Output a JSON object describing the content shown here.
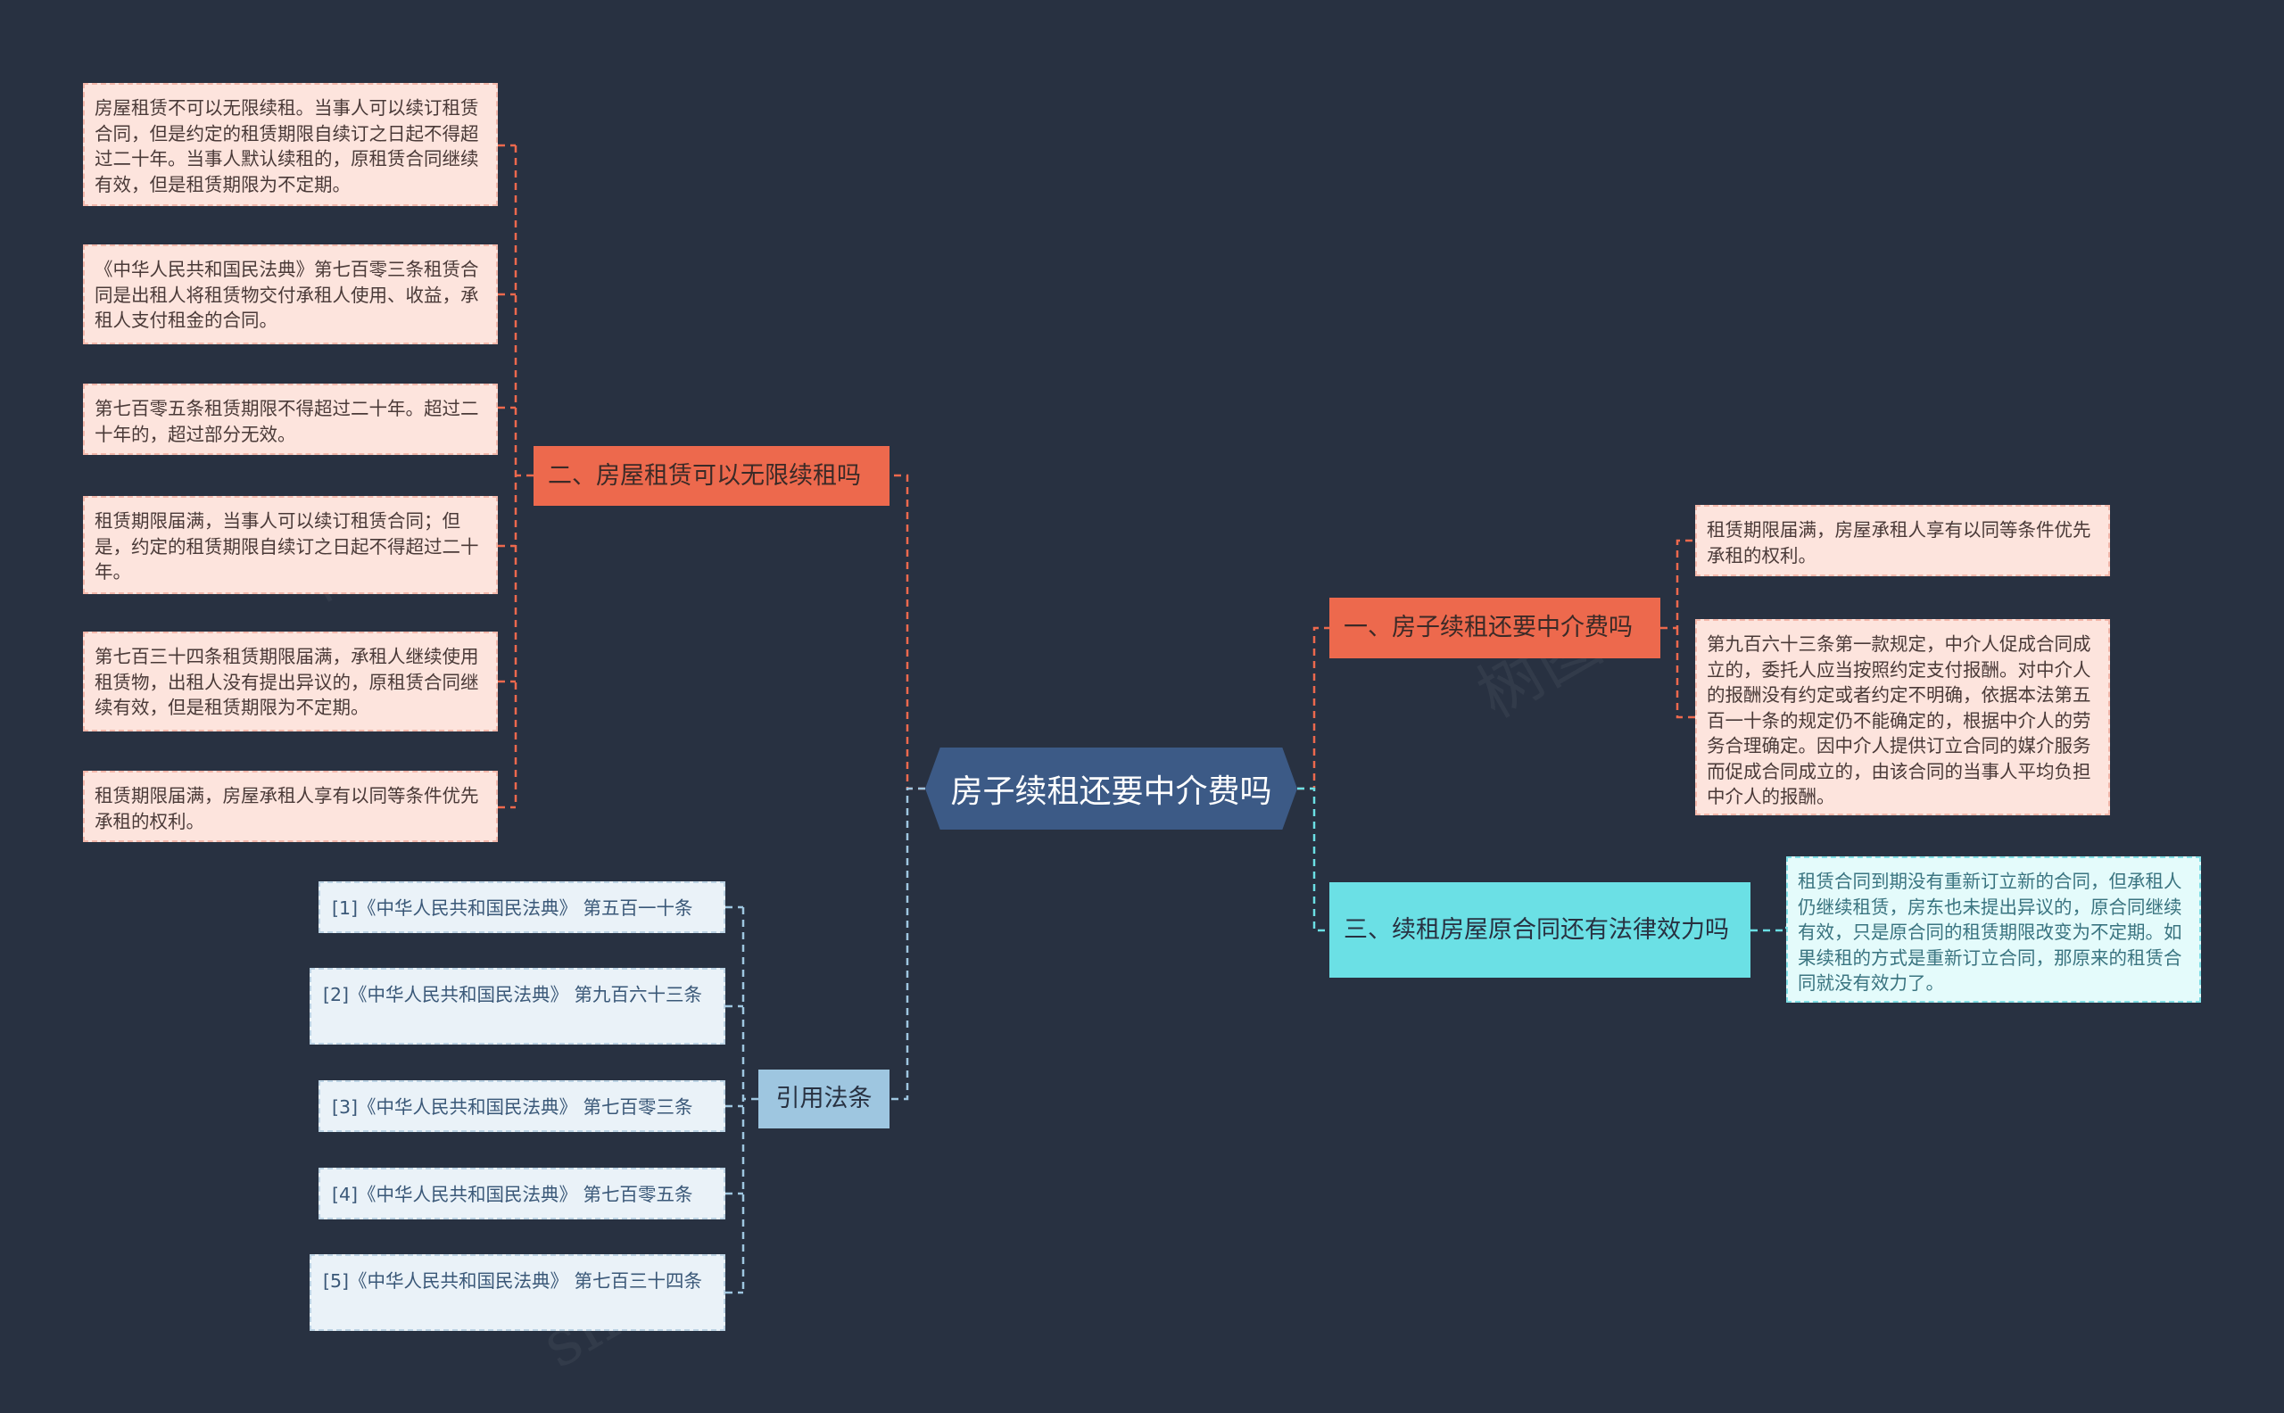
{
  "root": {
    "label": "房子续租还要中介费吗"
  },
  "branches": {
    "b1": {
      "label": "一、房子续租还要中介费吗"
    },
    "b2": {
      "label": "二、房屋租赁可以无限续租吗"
    },
    "b3": {
      "label": "三、续租房屋原合同还有法律效力吗"
    },
    "b4": {
      "label": "引用法条"
    }
  },
  "b1_leaves": [
    "租赁期限届满，房屋承租人享有以同等条件优先承租的权利。",
    "第九百六十三条第一款规定，中介人促成合同成立的，委托人应当按照约定支付报酬。对中介人的报酬没有约定或者约定不明确，依据本法第五百一十条的规定仍不能确定的，根据中介人的劳务合理确定。因中介人提供订立合同的媒介服务而促成合同成立的，由该合同的当事人平均负担中介人的报酬。"
  ],
  "b2_leaves": [
    "房屋租赁不可以无限续租。当事人可以续订租赁合同，但是约定的租赁期限自续订之日起不得超过二十年。当事人默认续租的，原租赁合同继续有效，但是租赁期限为不定期。",
    "《中华人民共和国民法典》第七百零三条租赁合同是出租人将租赁物交付承租人使用、收益，承租人支付租金的合同。",
    "第七百零五条租赁期限不得超过二十年。超过二十年的，超过部分无效。",
    "租赁期限届满，当事人可以续订租赁合同；但是，约定的租赁期限自续订之日起不得超过二十年。",
    "第七百三十四条租赁期限届满，承租人继续使用租赁物，出租人没有提出异议的，原租赁合同继续有效，但是租赁期限为不定期。",
    "租赁期限届满，房屋承租人享有以同等条件优先承租的权利。"
  ],
  "b3_leaves": [
    "租赁合同到期没有重新订立新的合同，但承租人仍继续租赁，房东也未提出异议的，原合同继续有效，只是原合同的租赁期限改变为不定期。如果续租的方式是重新订立合同，那原来的租赁合同就没有效力了。"
  ],
  "b4_leaves": [
    "[1]《中华人民共和国民法典》 第五百一十条",
    "[2]《中华人民共和国民法典》 第九百六十三条",
    "[3]《中华人民共和国民法典》 第七百零三条",
    "[4]《中华人民共和国民法典》 第七百零五条",
    "[5]《中华人民共和国民法典》 第七百三十四条"
  ],
  "colors": {
    "background": "#283141",
    "root": "#3c5a86",
    "red_branch": "#ed694d",
    "cyan_branch": "#6be0e5",
    "gray_branch": "#9ec6e0",
    "pink_leaf": "#fde4dd",
    "ref_leaf": "#eaf2f8",
    "cyan_leaf": "#e4fbfb"
  }
}
